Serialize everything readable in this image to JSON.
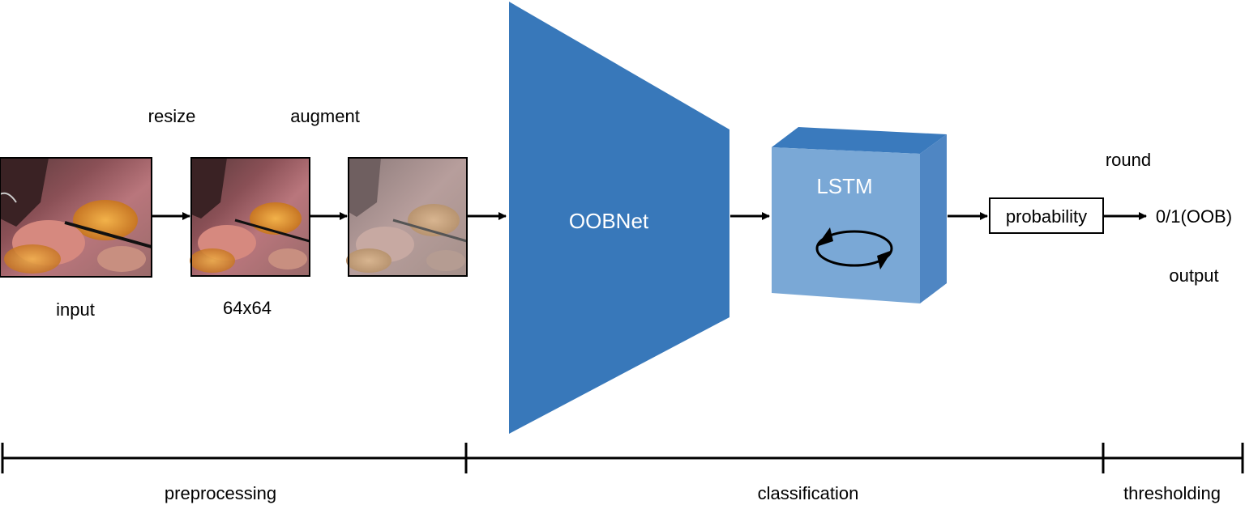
{
  "steps": {
    "resize": "resize",
    "augment": "augment",
    "input": "input",
    "size": "64x64"
  },
  "network": {
    "cnn": "OOBNet",
    "rnn": "LSTM"
  },
  "post": {
    "probability": "probability",
    "round": "round",
    "result": "0/1(OOB)",
    "output": "output"
  },
  "stages": {
    "preprocessing": "preprocessing",
    "classification": "classification",
    "thresholding": "thresholding"
  },
  "colors": {
    "oobnet": "#3878ba",
    "lstm_front": "#7aa8d6",
    "lstm_top": "#3a7abd",
    "lstm_side": "#4f86c3"
  }
}
